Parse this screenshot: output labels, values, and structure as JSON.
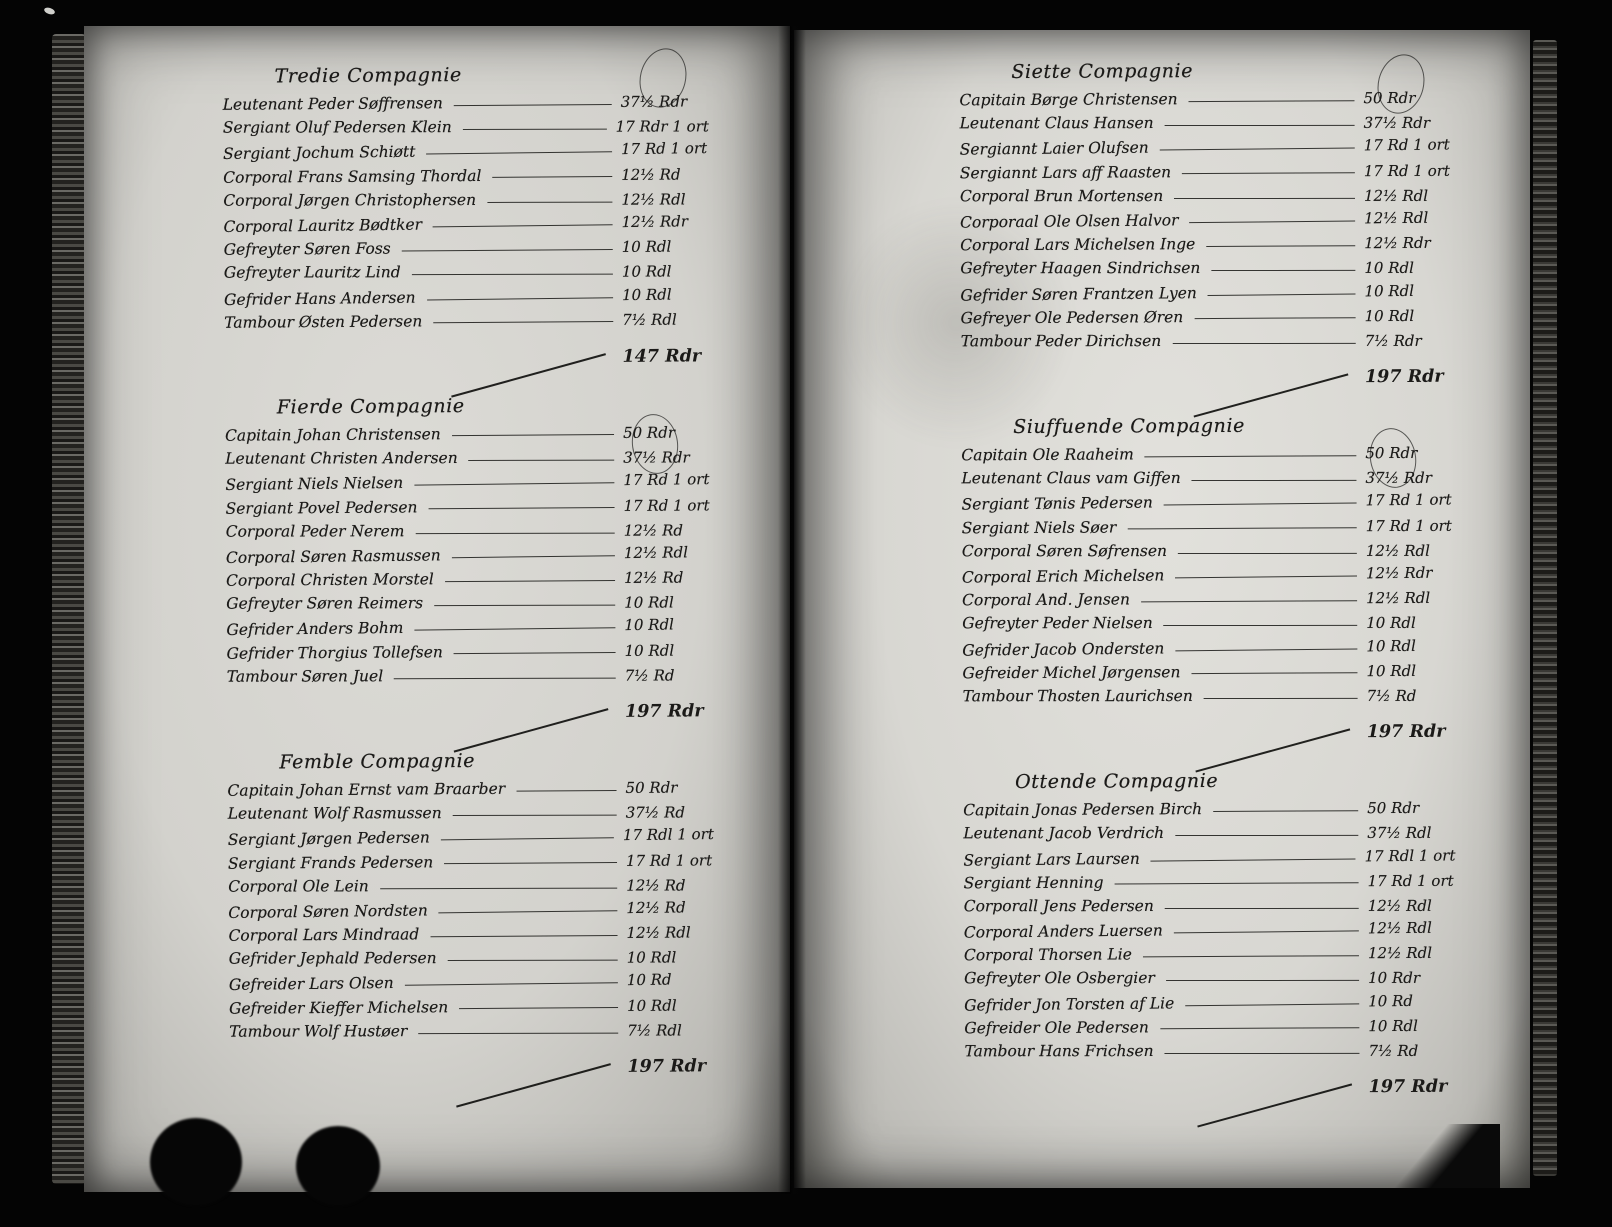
{
  "document": {
    "left_page": {
      "sections": [
        {
          "title": "Tredie Compagnie",
          "entries": [
            {
              "text": "Leutenant Peder Søffrensen",
              "amount": "37½ Rdr"
            },
            {
              "text": "Sergiant Oluf Pedersen Klein",
              "amount": "17 Rdr 1 ort"
            },
            {
              "text": "Sergiant Jochum Schiøtt",
              "amount": "17 Rd 1 ort"
            },
            {
              "text": "Corporal Frans Samsing Thordal",
              "amount": "12½ Rd"
            },
            {
              "text": "Corporal Jørgen Christophersen",
              "amount": "12½ Rdl"
            },
            {
              "text": "Corporal Lauritz Bødtker",
              "amount": "12½ Rdr"
            },
            {
              "text": "Gefreyter Søren Foss",
              "amount": "10 Rdl"
            },
            {
              "text": "Gefreyter Lauritz Lind",
              "amount": "10 Rdl"
            },
            {
              "text": "Gefrider Hans Andersen",
              "amount": "10 Rdl"
            },
            {
              "text": "Tambour Østen Pedersen",
              "amount": "7½ Rdl"
            }
          ],
          "total": "147 Rdr"
        },
        {
          "title": "Fierde Compagnie",
          "entries": [
            {
              "text": "Capitain Johan Christensen",
              "amount": "50 Rdr"
            },
            {
              "text": "Leutenant Christen Andersen",
              "amount": "37½ Rdr"
            },
            {
              "text": "Sergiant Niels Nielsen",
              "amount": "17 Rd 1 ort"
            },
            {
              "text": "Sergiant Povel Pedersen",
              "amount": "17 Rd 1 ort"
            },
            {
              "text": "Corporal Peder Nerem",
              "amount": "12½ Rd"
            },
            {
              "text": "Corporal Søren Rasmussen",
              "amount": "12½ Rdl"
            },
            {
              "text": "Corporal Christen Morstel",
              "amount": "12½ Rd"
            },
            {
              "text": "Gefreyter Søren Reimers",
              "amount": "10 Rdl"
            },
            {
              "text": "Gefrider Anders Bohm",
              "amount": "10 Rdl"
            },
            {
              "text": "Gefrider Thorgius Tollefsen",
              "amount": "10 Rdl"
            },
            {
              "text": "Tambour Søren Juel",
              "amount": "7½ Rd"
            }
          ],
          "total": "197 Rdr"
        },
        {
          "title": "Femble Compagnie",
          "entries": [
            {
              "text": "Capitain Johan Ernst vam Braarber",
              "amount": "50 Rdr"
            },
            {
              "text": "Leutenant Wolf Rasmussen",
              "amount": "37½ Rd"
            },
            {
              "text": "Sergiant Jørgen Pedersen",
              "amount": "17 Rdl 1 ort"
            },
            {
              "text": "Sergiant Frands Pedersen",
              "amount": "17 Rd 1 ort"
            },
            {
              "text": "Corporal Ole Lein",
              "amount": "12½ Rd"
            },
            {
              "text": "Corporal Søren Nordsten",
              "amount": "12½ Rd"
            },
            {
              "text": "Corporal Lars Mindraad",
              "amount": "12½ Rdl"
            },
            {
              "text": "Gefrider Jephald Pedersen",
              "amount": "10 Rdl"
            },
            {
              "text": "Gefreider Lars Olsen",
              "amount": "10 Rd"
            },
            {
              "text": "Gefreider Kieffer Michelsen",
              "amount": "10 Rdl"
            },
            {
              "text": "Tambour Wolf Hustøer",
              "amount": "7½ Rdl"
            }
          ],
          "total": "197 Rdr"
        }
      ]
    },
    "right_page": {
      "sections": [
        {
          "title": "Siette Compagnie",
          "entries": [
            {
              "text": "Capitain Børge Christensen",
              "amount": "50 Rdr"
            },
            {
              "text": "Leutenant Claus Hansen",
              "amount": "37½ Rdr"
            },
            {
              "text": "Sergiannt Laier Olufsen",
              "amount": "17 Rd 1 ort"
            },
            {
              "text": "Sergiannt Lars aff Raasten",
              "amount": "17 Rd 1 ort"
            },
            {
              "text": "Corporal Brun Mortensen",
              "amount": "12½ Rdl"
            },
            {
              "text": "Corporaal Ole Olsen Halvor",
              "amount": "12½ Rdl"
            },
            {
              "text": "Corporal Lars Michelsen Inge",
              "amount": "12½ Rdr"
            },
            {
              "text": "Gefreyter Haagen Sindrichsen",
              "amount": "10 Rdl"
            },
            {
              "text": "Gefrider Søren Frantzen Lyen",
              "amount": "10 Rdl"
            },
            {
              "text": "Gefreyer Ole Pedersen Øren",
              "amount": "10 Rdl"
            },
            {
              "text": "Tambour Peder Dirichsen",
              "amount": "7½ Rdr"
            }
          ],
          "total": "197 Rdr"
        },
        {
          "title": "Siuffuende Compagnie",
          "entries": [
            {
              "text": "Capitain Ole Raaheim",
              "amount": "50 Rdr"
            },
            {
              "text": "Leutenant Claus vam Giffen",
              "amount": "37½ Rdr"
            },
            {
              "text": "Sergiant Tønis Pedersen",
              "amount": "17 Rd 1 ort"
            },
            {
              "text": "Sergiant Niels Søer",
              "amount": "17 Rd 1 ort"
            },
            {
              "text": "Corporal Søren Søfrensen",
              "amount": "12½ Rdl"
            },
            {
              "text": "Corporal Erich Michelsen",
              "amount": "12½ Rdr"
            },
            {
              "text": "Corporal And. Jensen",
              "amount": "12½ Rdl"
            },
            {
              "text": "Gefreyter Peder Nielsen",
              "amount": "10 Rdl"
            },
            {
              "text": "Gefrider Jacob Ondersten",
              "amount": "10 Rdl"
            },
            {
              "text": "Gefreider Michel Jørgensen",
              "amount": "10 Rdl"
            },
            {
              "text": "Tambour Thosten Laurichsen",
              "amount": "7½ Rd"
            }
          ],
          "total": "197 Rdr"
        },
        {
          "title": "Ottende Compagnie",
          "entries": [
            {
              "text": "Capitain Jonas Pedersen Birch",
              "amount": "50 Rdr"
            },
            {
              "text": "Leutenant Jacob Verdrich",
              "amount": "37½ Rdl"
            },
            {
              "text": "Sergiant Lars Laursen",
              "amount": "17 Rdl 1 ort"
            },
            {
              "text": "Sergiant Henning",
              "amount": "17 Rd 1 ort"
            },
            {
              "text": "Corporall Jens Pedersen",
              "amount": "12½ Rdl"
            },
            {
              "text": "Corporal Anders Luersen",
              "amount": "12½ Rdl"
            },
            {
              "text": "Corporal Thorsen Lie",
              "amount": "12½ Rdl"
            },
            {
              "text": "Gefreyter Ole Osbergier",
              "amount": "10 Rdr"
            },
            {
              "text": "Gefrider Jon Torsten af Lie",
              "amount": "10 Rd"
            },
            {
              "text": "Gefreider Ole Pedersen",
              "amount": "10 Rdl"
            },
            {
              "text": "Tambour Hans Frichsen",
              "amount": "7½ Rd"
            }
          ],
          "total": "197 Rdr"
        }
      ]
    }
  }
}
